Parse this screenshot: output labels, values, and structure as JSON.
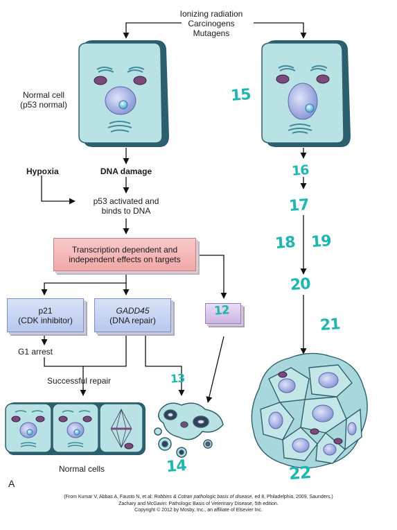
{
  "top_causes": "Ionizing radiation\nCarcinogens\nMutagens",
  "normal_cell_label": "Normal cell\n(p53 normal)",
  "hypoxia": "Hypoxia",
  "dna_damage": "DNA damage",
  "p53_step": "p53 activated and\nbinds to DNA",
  "transcription_box": "Transcription dependent and\nindependent effects on targets",
  "p21_box": "p21\n(CDK inhibitor)",
  "gadd45_title": "GADD45",
  "gadd45_sub": "(DNA repair)",
  "g1_arrest": "G1 arrest",
  "successful_repair": "Successful repair",
  "normal_cells": "Normal cells",
  "panel_letter": "A",
  "handwritten": {
    "n12": "12",
    "n13": "13",
    "n14": "14",
    "n15": "15",
    "n16": "16",
    "n17": "17",
    "n18": "18",
    "n19": "19",
    "n20": "20",
    "n21": "21",
    "n22": "22"
  },
  "credit": {
    "line1_pre": "(From Kumar V, Abbas A, Fausto N, et al: ",
    "line1_title": "Robbins & Cotran pathologic basis of disease,",
    "line1_post": " ed 8, Philadelphia, 2009, Saunders.)",
    "line2": "Zachary and McGavin: Pathologic Basis of Veterinary Disease, 5th edition.",
    "line3": "Copyright © 2012 by Mosby, Inc., an affiliate of Elsevier Inc."
  },
  "colors": {
    "handwriting": "#1fb6b0",
    "cell_fill": "#b9e2e4",
    "cell_border": "#2f5f6a",
    "nucleus": "#9aa7dc",
    "mitochondria": "#6a3d6e",
    "pink_box": "#f4b3b3",
    "blue_box": "#c5d3f1",
    "purple_box": "#d8c4ea"
  }
}
